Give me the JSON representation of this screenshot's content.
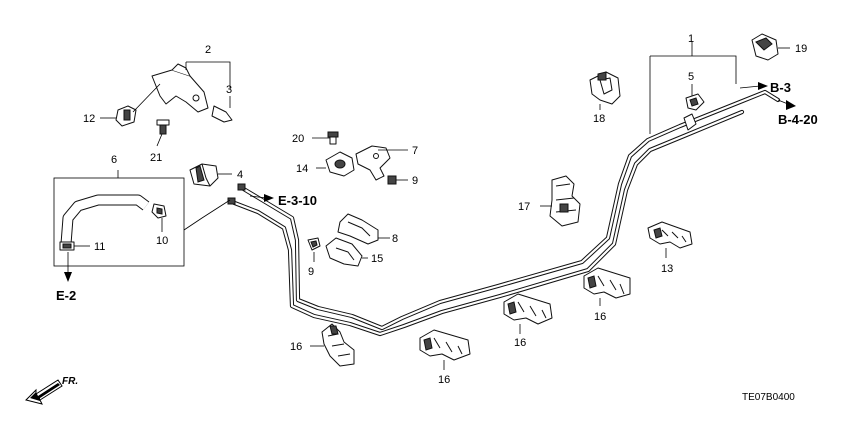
{
  "callouts": {
    "c1": "1",
    "c2": "2",
    "c3": "3",
    "c4": "4",
    "c5": "5",
    "c6": "6",
    "c7": "7",
    "c8": "8",
    "c9a": "9",
    "c9b": "9",
    "c10": "10",
    "c11": "11",
    "c12": "12",
    "c13": "13",
    "c14": "14",
    "c15": "15",
    "c16a": "16",
    "c16b": "16",
    "c16c": "16",
    "c16d": "16",
    "c17": "17",
    "c18": "18",
    "c19": "19",
    "c20": "20",
    "c21": "21"
  },
  "references": {
    "e3_10": "E-3-10",
    "b3": "B-3",
    "b4_20": "B-4-20",
    "e2": "E-2"
  },
  "direction_label": "FR.",
  "diagram_code": "TE07B0400"
}
